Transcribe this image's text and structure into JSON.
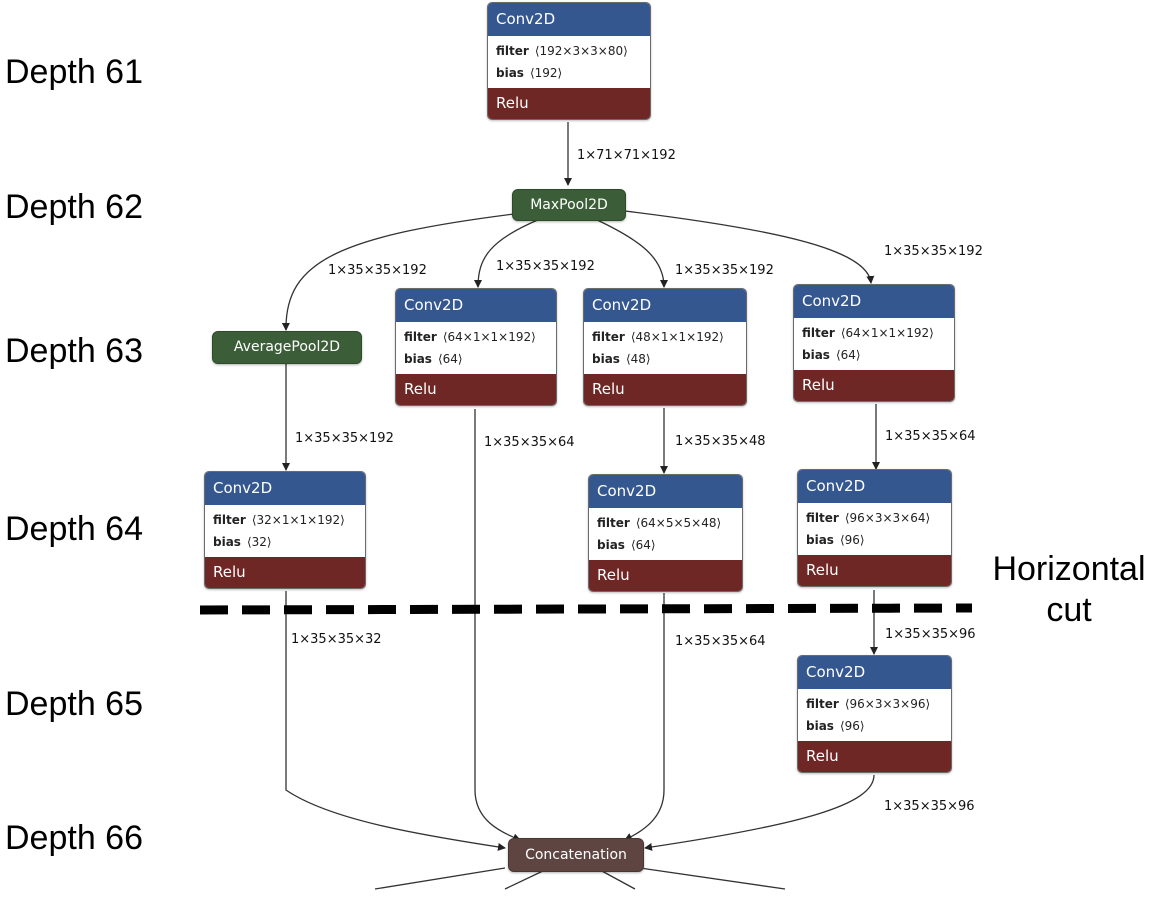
{
  "depth_labels": [
    "Depth 61",
    "Depth 62",
    "Depth 63",
    "Depth 64",
    "Depth 65",
    "Depth 66"
  ],
  "cut_label": {
    "line1": "Horizontal",
    "line2": "cut"
  },
  "conv_title": "Conv2D",
  "relu_label": "Relu",
  "filter_key": "filter",
  "bias_key": "bias",
  "nodes": {
    "conv_d61": {
      "filter": "⟨192×3×3×80⟩",
      "bias": "⟨192⟩"
    },
    "conv_d63_b": {
      "filter": "⟨64×1×1×192⟩",
      "bias": "⟨64⟩"
    },
    "conv_d63_c": {
      "filter": "⟨48×1×1×192⟩",
      "bias": "⟨48⟩"
    },
    "conv_d63_d": {
      "filter": "⟨64×1×1×192⟩",
      "bias": "⟨64⟩"
    },
    "conv_d64_a": {
      "filter": "⟨32×1×1×192⟩",
      "bias": "⟨32⟩"
    },
    "conv_d64_c": {
      "filter": "⟨64×5×5×48⟩",
      "bias": "⟨64⟩"
    },
    "conv_d64_d": {
      "filter": "⟨96×3×3×64⟩",
      "bias": "⟨96⟩"
    },
    "conv_d65_d": {
      "filter": "⟨96×3×3×96⟩",
      "bias": "⟨96⟩"
    }
  },
  "pools": {
    "maxpool": "MaxPool2D",
    "avgpool": "AveragePool2D",
    "concat": "Concatenation"
  },
  "edge_labels": {
    "e1": "1×71×71×192",
    "e2": "1×35×35×192",
    "e3": "1×35×35×192",
    "e4": "1×35×35×192",
    "e5": "1×35×35×192",
    "e6": "1×35×35×192",
    "e7": "1×35×35×64",
    "e8": "1×35×35×48",
    "e9": "1×35×35×64",
    "e10": "1×35×35×32",
    "e11": "1×35×35×64",
    "e12": "1×35×35×96",
    "e13": "1×35×35×96"
  }
}
